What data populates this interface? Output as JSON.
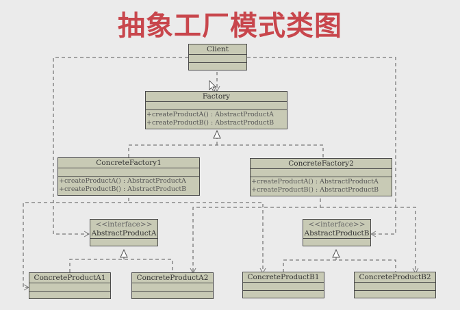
{
  "title": "抽象工厂模式类图",
  "classes": {
    "client": {
      "name": "Client",
      "operations": []
    },
    "factory": {
      "name": "Factory",
      "operations": [
        "+createProductA() : AbstractProductA",
        "+createProductB() : AbstractProductB"
      ]
    },
    "concrete_factory1": {
      "name": "ConcreteFactory1",
      "operations": [
        "+createProductA() : AbstractProductA",
        "+createProductB() : AbstractProductB"
      ]
    },
    "concrete_factory2": {
      "name": "ConcreteFactory2",
      "operations": [
        "+createProductA() : AbstractProductA",
        "+createProductB() : AbstractProductB"
      ]
    },
    "abstract_product_a": {
      "stereotype": "<<interface>>",
      "name": "AbstractProductA",
      "operations": []
    },
    "abstract_product_b": {
      "stereotype": "<<interface>>",
      "name": "AbstractProductB",
      "operations": []
    },
    "concrete_product_a1": {
      "name": "ConcreteProductA1",
      "operations": []
    },
    "concrete_product_a2": {
      "name": "ConcreteProductA2",
      "operations": []
    },
    "concrete_product_b1": {
      "name": "ConcreteProductB1",
      "operations": []
    },
    "concrete_product_b2": {
      "name": "ConcreteProductB2",
      "operations": []
    }
  },
  "relations": [
    {
      "from": "Client",
      "to": "Factory",
      "type": "dependency"
    },
    {
      "from": "Client",
      "to": "AbstractProductA",
      "type": "dependency"
    },
    {
      "from": "Client",
      "to": "AbstractProductB",
      "type": "dependency"
    },
    {
      "from": "ConcreteFactory1",
      "to": "Factory",
      "type": "realization"
    },
    {
      "from": "ConcreteFactory2",
      "to": "Factory",
      "type": "realization"
    },
    {
      "from": "ConcreteFactory1",
      "to": "ConcreteProductA1",
      "type": "dependency"
    },
    {
      "from": "ConcreteFactory1",
      "to": "ConcreteProductB1",
      "type": "dependency"
    },
    {
      "from": "ConcreteFactory2",
      "to": "ConcreteProductA2",
      "type": "dependency"
    },
    {
      "from": "ConcreteFactory2",
      "to": "ConcreteProductB2",
      "type": "dependency"
    },
    {
      "from": "ConcreteProductA1",
      "to": "AbstractProductA",
      "type": "realization"
    },
    {
      "from": "ConcreteProductA2",
      "to": "AbstractProductA",
      "type": "realization"
    },
    {
      "from": "ConcreteProductB1",
      "to": "AbstractProductB",
      "type": "realization"
    },
    {
      "from": "ConcreteProductB2",
      "to": "AbstractProductB",
      "type": "realization"
    }
  ],
  "colors": {
    "title": "#c8464c",
    "class_fill": "#c8cab5",
    "line": "#777777"
  }
}
